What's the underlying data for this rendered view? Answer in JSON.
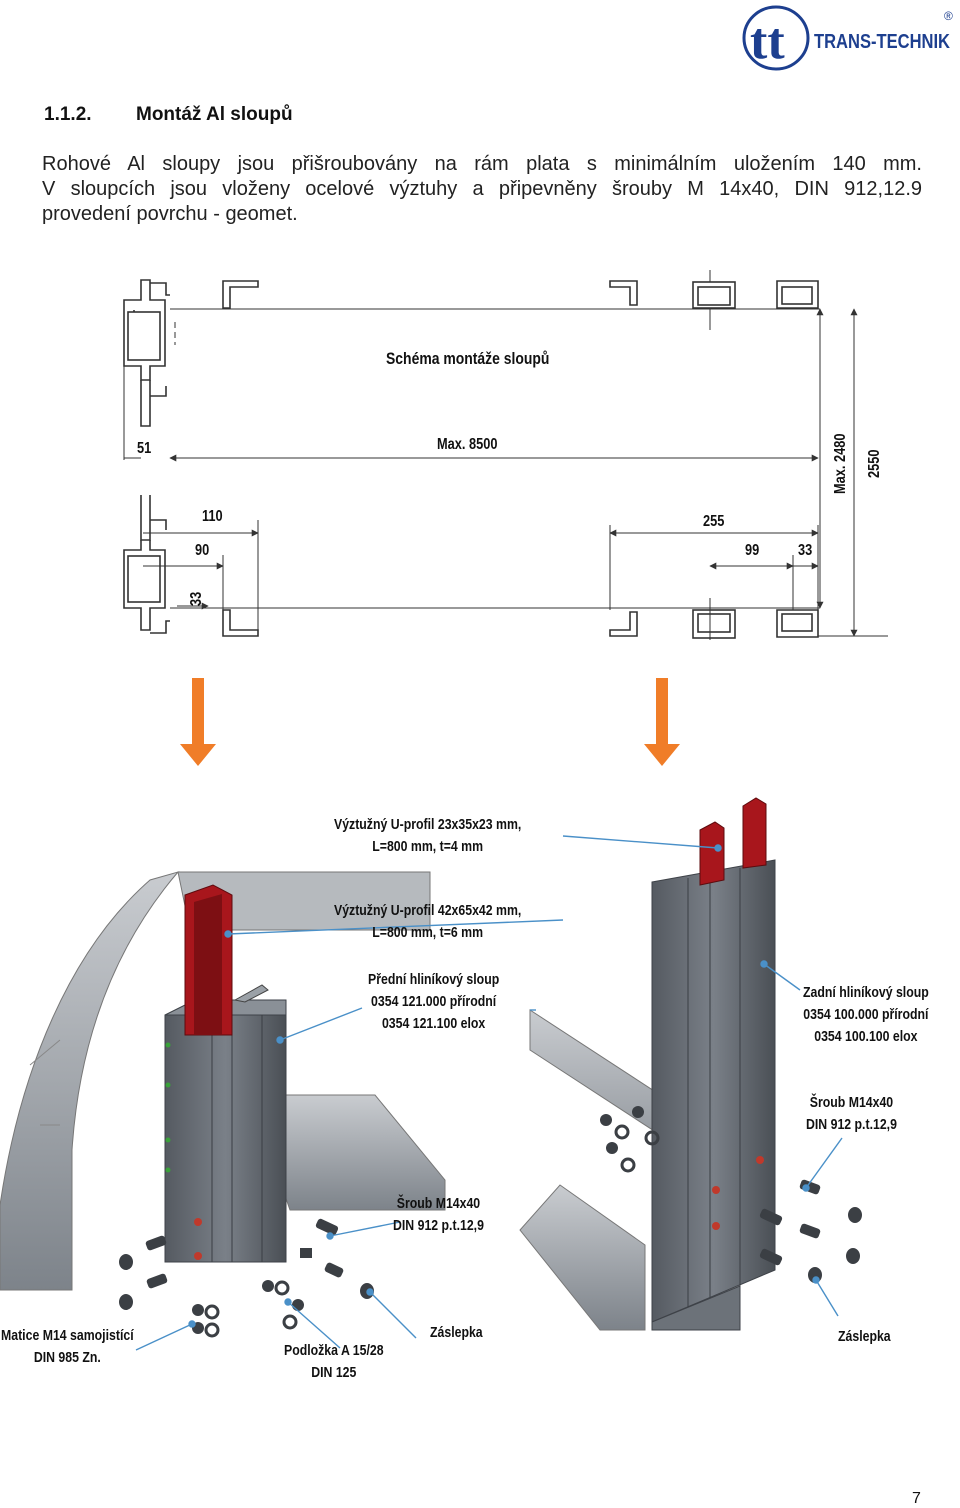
{
  "logo": {
    "brand": "TRANS-TECHNIK",
    "registered": "®",
    "monogram": "tt"
  },
  "heading": {
    "number": "1.1.2.",
    "title": "Montáž Al sloupů"
  },
  "paragraph": {
    "line1": "Rohové Al sloupy jsou přišroubovány na rám plata s minimálním uložením 140 mm.",
    "line2": "V sloupcích jsou vloženy ocelové výztuhy a připevněny šrouby M 14x40, DIN 912,12.9",
    "line3": "provedení povrchu - geomet."
  },
  "schema": {
    "title": "Schéma montáže sloupů",
    "dims": {
      "d51": "51",
      "max8500": "Max. 8500",
      "max2480": "Max. 2480",
      "d2550": "2550",
      "d110": "110",
      "d90": "90",
      "d33_left": "33",
      "d255": "255",
      "d99": "99",
      "d33_right": "33"
    }
  },
  "arrows": {
    "color": "#f07d28"
  },
  "colors": {
    "steel": "#a8161c",
    "aluminium": "#6b7178",
    "frame": "#9aa0a6"
  },
  "labels": {
    "u_small": {
      "line1": "Výztužný U-profil 23x35x23 mm,",
      "line2": "L=800 mm, t=4 mm"
    },
    "u_large": {
      "line1": "Výztužný U-profil 42x65x42 mm,",
      "line2": "L=800 mm, t=6 mm"
    },
    "front_post": {
      "line1": "Přední hliníkový sloup",
      "line2": "0354 121.000 přírodní",
      "line3": "0354 121.100 elox"
    },
    "rear_post": {
      "line1": "Zadní hliníkový sloup",
      "line2": "0354 100.000 přírodní",
      "line3": "0354 100.100 elox"
    },
    "bolt_right": {
      "line1": "Šroub M14x40",
      "line2": "DIN 912 p.t.12,9"
    },
    "bolt_left": {
      "line1": "Šroub M14x40",
      "line2": "DIN 912 p.t.12,9"
    },
    "nut": {
      "line1": "Matice M14 samojistící",
      "line2": "DIN 985 Zn."
    },
    "washer": {
      "line1": "Podložka A 15/28",
      "line2": "DIN 125"
    },
    "plug_left": "Záslepka",
    "plug_right": "Záslepka"
  },
  "page_number": "7"
}
